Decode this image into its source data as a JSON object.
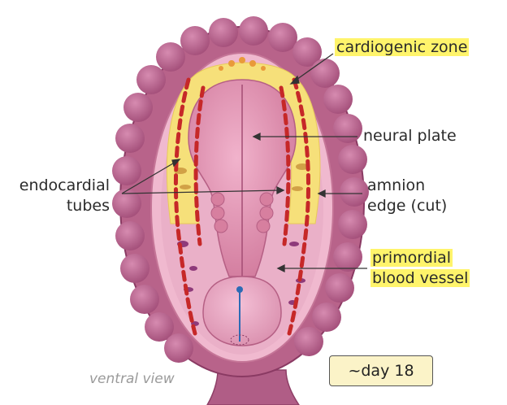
{
  "labels": {
    "cardiogenic_zone": "cardiogenic zone",
    "neural_plate": "neural plate",
    "endocardial_line1": "endocardial",
    "endocardial_line2": "tubes",
    "amnion_line1": "amnion",
    "amnion_line2": "edge (cut)",
    "primordial_line1": "primordial",
    "primordial_line2": "blood vessel"
  },
  "caption": "ventral view",
  "stage_badge": "~day 18",
  "colors": {
    "highlight": "#fff46b",
    "embryo_outer": "#b8638a",
    "embryo_inner": "#e6a7c4",
    "neural_plate": "#db8aa9",
    "cardiogenic_zone": "#f6e07a",
    "vessel_red": "#c62828",
    "badge_fill": "#fbf3c8"
  }
}
